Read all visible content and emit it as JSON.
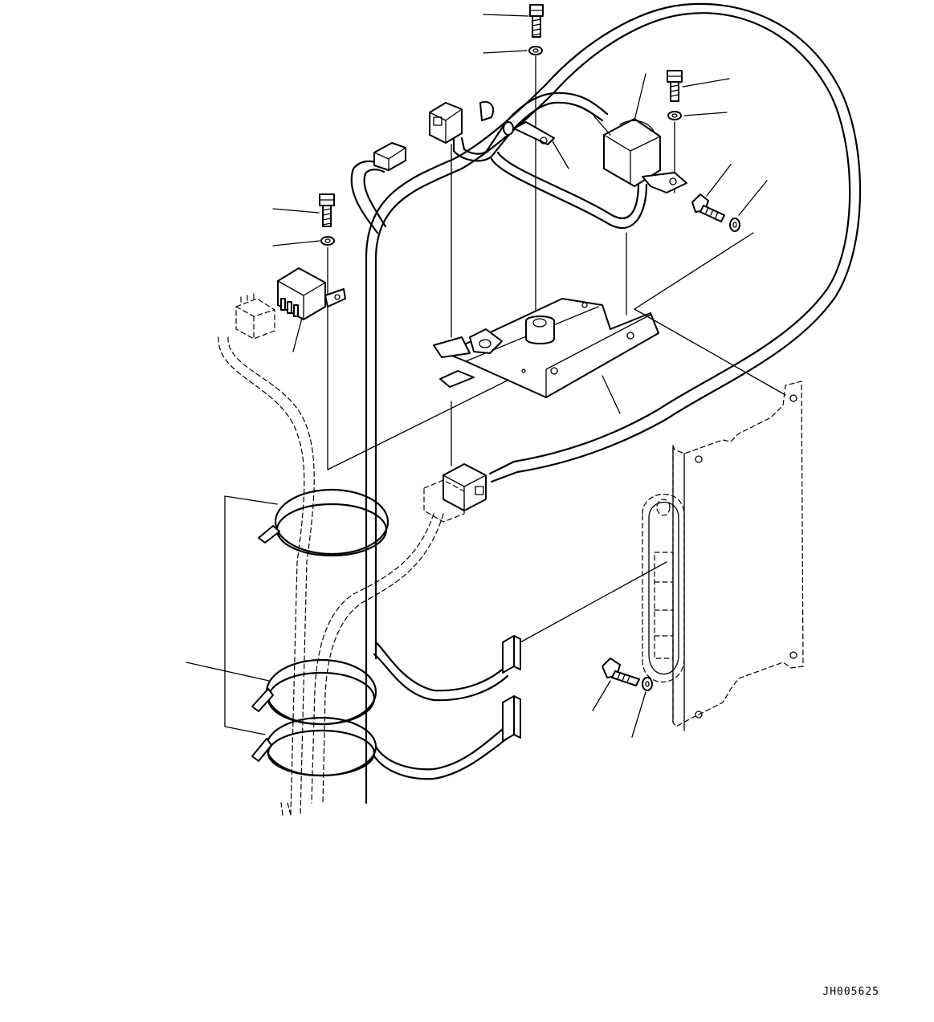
{
  "drawing": {
    "code": "JH005625"
  },
  "parts": [
    {
      "icon": "bolt-icon",
      "name": "bolt-top"
    },
    {
      "icon": "washer-icon",
      "name": "washer-top"
    },
    {
      "icon": "bolt-icon",
      "name": "bolt-right"
    },
    {
      "icon": "washer-icon",
      "name": "washer-right"
    },
    {
      "icon": "bolt-icon",
      "name": "bolt-left"
    },
    {
      "icon": "washer-icon",
      "name": "washer-left"
    },
    {
      "icon": "relay-icon",
      "name": "relay"
    },
    {
      "icon": "connector-icon",
      "name": "connector-upper"
    },
    {
      "icon": "connector-icon",
      "name": "connector-lower"
    },
    {
      "icon": "bracket-icon",
      "name": "mounting-bracket"
    },
    {
      "icon": "controller-icon",
      "name": "controller-unit"
    },
    {
      "icon": "clamp-icon",
      "name": "harness-clamps"
    },
    {
      "icon": "panel-icon",
      "name": "side-panel"
    }
  ]
}
